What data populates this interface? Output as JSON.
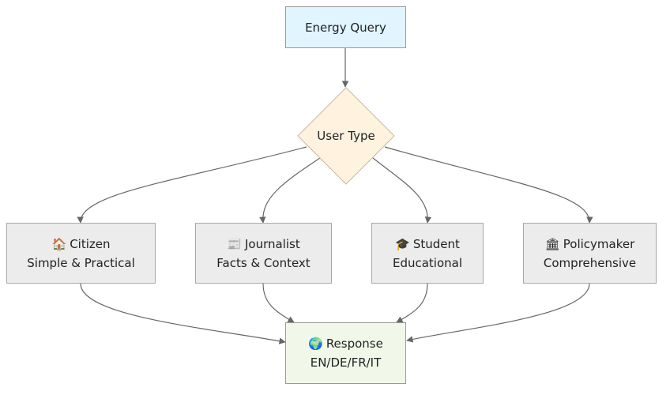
{
  "diagram": {
    "colors": {
      "query_fill": "#e1f5fe",
      "decision_fill": "#fff3e0",
      "user_fill": "#ececec",
      "response_fill": "#f1f8e9",
      "edge": "#666666"
    },
    "query": {
      "label": "Energy Query"
    },
    "decision": {
      "label": "User Type"
    },
    "users": [
      {
        "icon": "🏠",
        "icon_name": "house-icon",
        "title": "Citizen",
        "subtitle": "Simple & Practical"
      },
      {
        "icon": "📰",
        "icon_name": "newspaper-icon",
        "title": "Journalist",
        "subtitle": "Facts & Context"
      },
      {
        "icon": "🎓",
        "icon_name": "graduation-cap-icon",
        "title": "Student",
        "subtitle": "Educational"
      },
      {
        "icon": "🏛",
        "icon_name": "classical-building-icon",
        "title": "Policymaker",
        "subtitle": "Comprehensive"
      }
    ],
    "response": {
      "icon": "🌍",
      "icon_name": "globe-icon",
      "title": "Response",
      "subtitle": "EN/DE/FR/IT"
    }
  }
}
